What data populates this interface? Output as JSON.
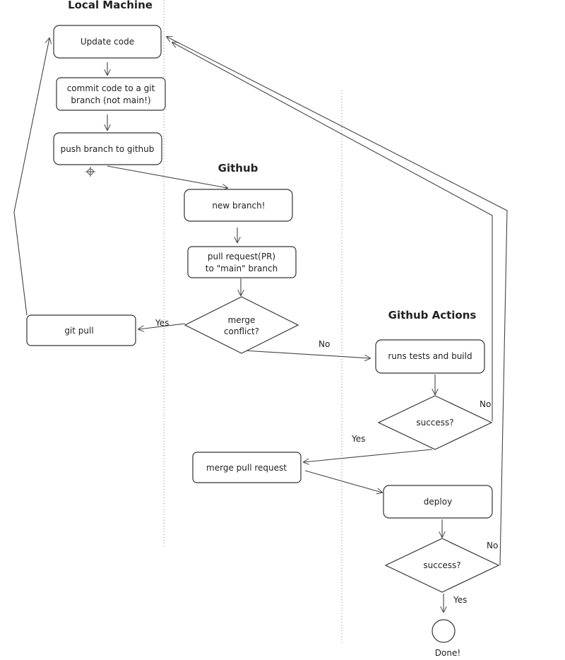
{
  "lanes": {
    "local": "Local Machine",
    "github": "Github",
    "actions": "Github Actions"
  },
  "nodes": {
    "update_code": "Update code",
    "commit_line1": "commit code to a git",
    "commit_line2": "branch (not main!)",
    "push": "push branch to github",
    "new_branch": "new branch!",
    "pr_line1": "pull request(PR)",
    "pr_line2": "to \"main\" branch",
    "merge_conflict_line1": "merge",
    "merge_conflict_line2": "conflict?",
    "git_pull": "git pull",
    "runs_tests": "runs tests and build",
    "success1": "success?",
    "merge_pr": "merge pull request",
    "deploy": "deploy",
    "success2": "success?",
    "done": "Done!"
  },
  "edges": {
    "conflict_yes": "Yes",
    "conflict_no": "No",
    "success1_no": "No",
    "success1_yes": "Yes",
    "success2_no": "No",
    "success2_yes": "Yes"
  }
}
